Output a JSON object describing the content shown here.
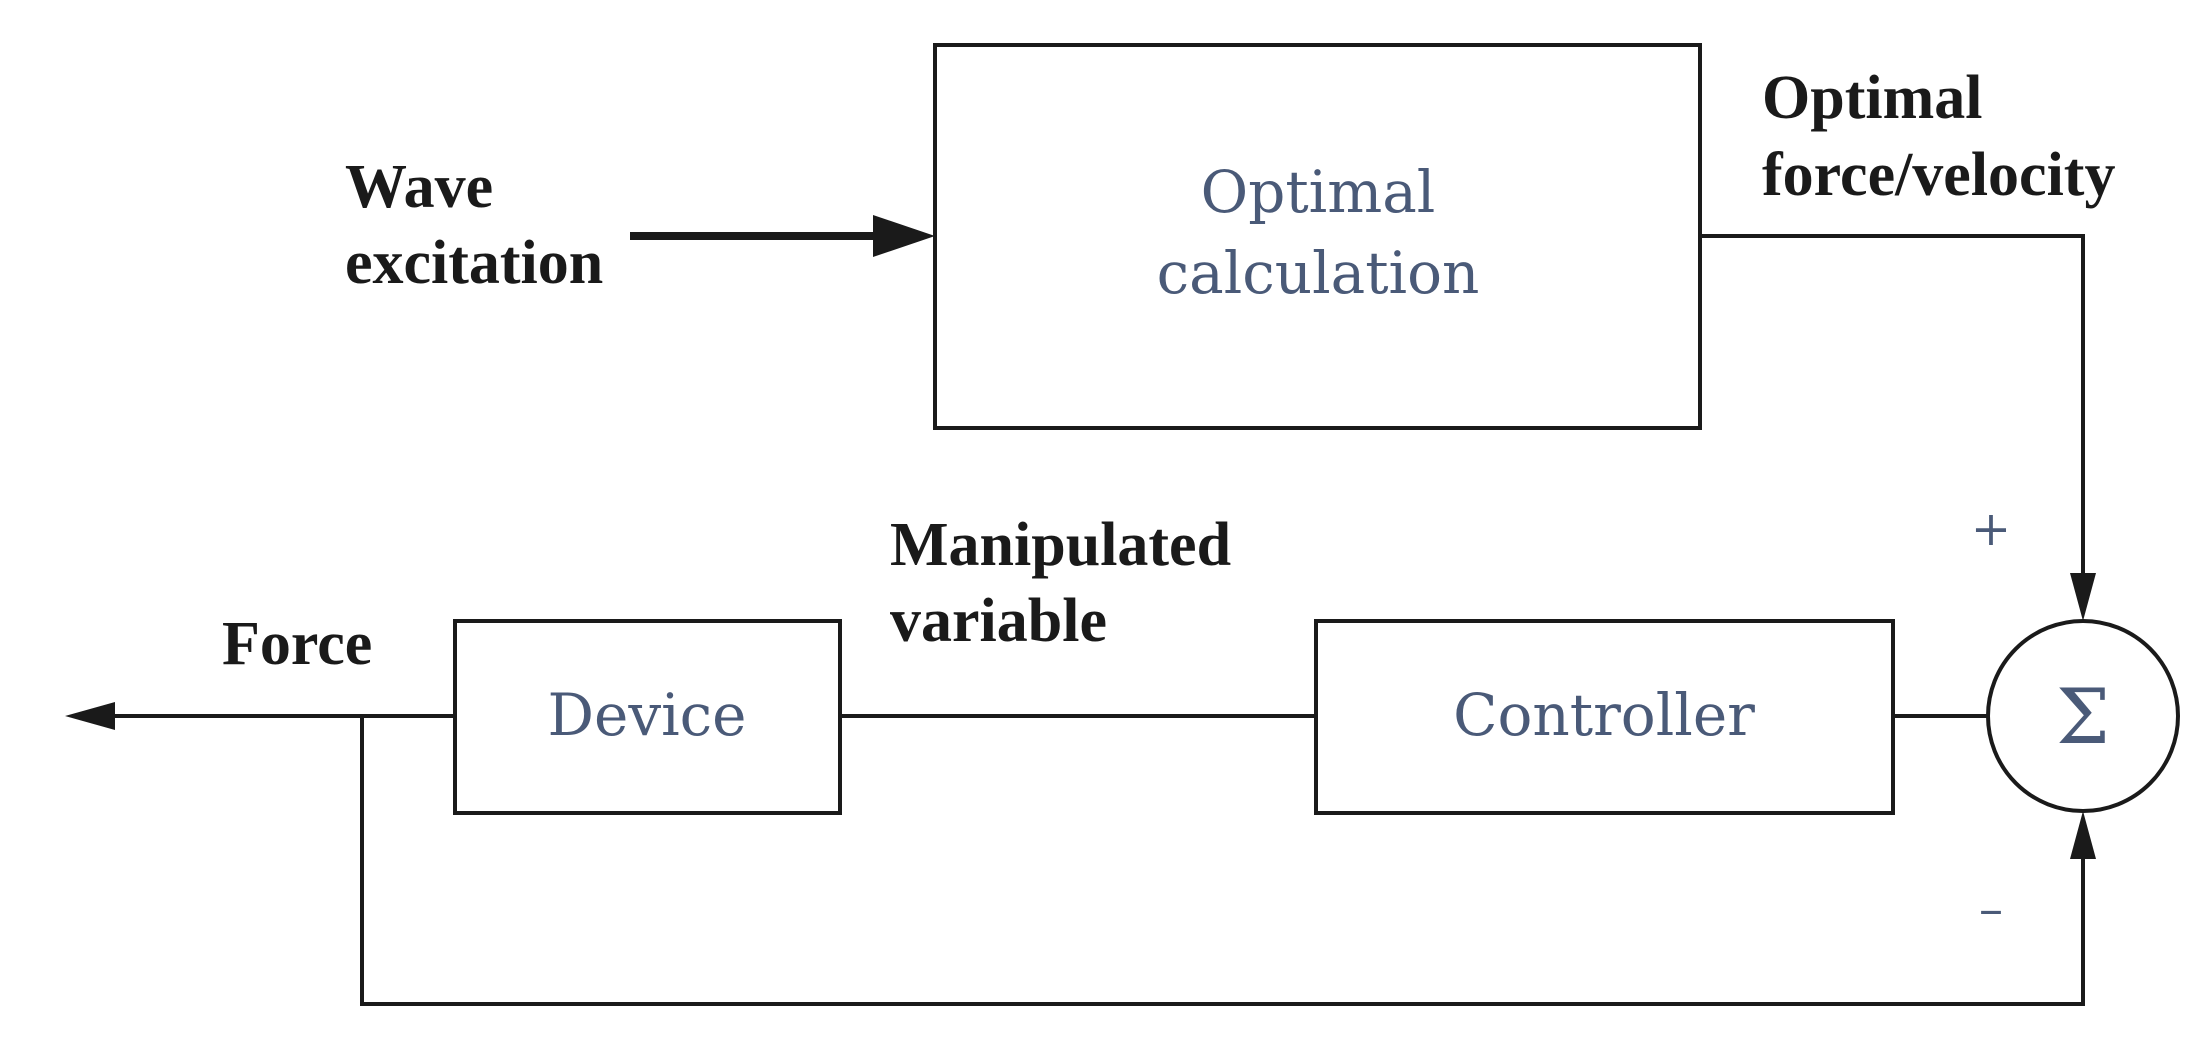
{
  "blocks": {
    "optimal_calculation": [
      "Optimal",
      "calculation"
    ],
    "device": "Device",
    "controller": "Controller"
  },
  "summing_junction": {
    "symbol": "Σ",
    "plus_sign": "+",
    "minus_sign": "–"
  },
  "signals": {
    "wave_excitation": [
      "Wave",
      "excitation"
    ],
    "optimal_output": [
      "Optimal",
      "force/velocity"
    ],
    "manipulated_variable": [
      "Manipulated",
      "variable"
    ],
    "force": "Force"
  }
}
